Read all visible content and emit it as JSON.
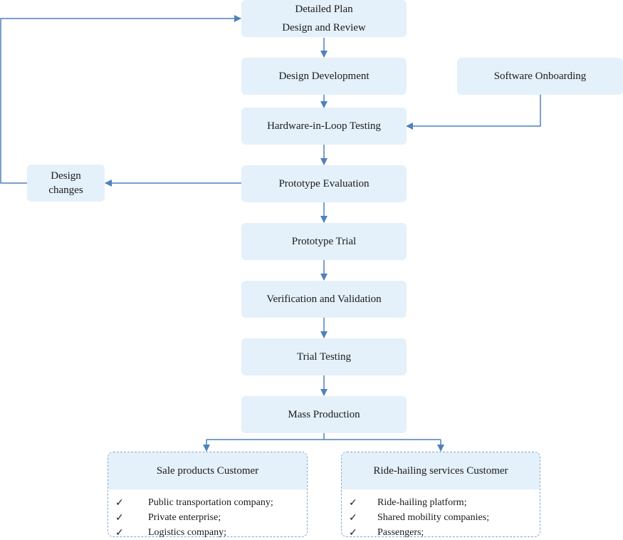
{
  "colors": {
    "box_fill": "#e4f1fb",
    "arrow": "#4f81bd",
    "group_border": "#7fa8cf"
  },
  "boxes": {
    "detailed_plan": [
      "Detailed Plan",
      "Design and Review"
    ],
    "design_development": "Design Development",
    "software_onboarding": "Software Onboarding",
    "hil_testing": "Hardware-in-Loop Testing",
    "design_changes": [
      "Design",
      "changes"
    ],
    "prototype_evaluation": "Prototype Evaluation",
    "prototype_trial": "Prototype Trial",
    "verification_validation": "Verification and Validation",
    "trial_testing": "Trial Testing",
    "mass_production": "Mass Production"
  },
  "customers": {
    "sale": {
      "title": "Sale products Customer",
      "items": [
        "Public transportation company;",
        "Private enterprise;",
        "Logistics company;"
      ]
    },
    "ride_hailing": {
      "title": "Ride-hailing services Customer",
      "items": [
        "Ride-hailing platform;",
        "Shared mobility companies;",
        "Passengers;"
      ]
    }
  },
  "check_icon": "check-icon"
}
